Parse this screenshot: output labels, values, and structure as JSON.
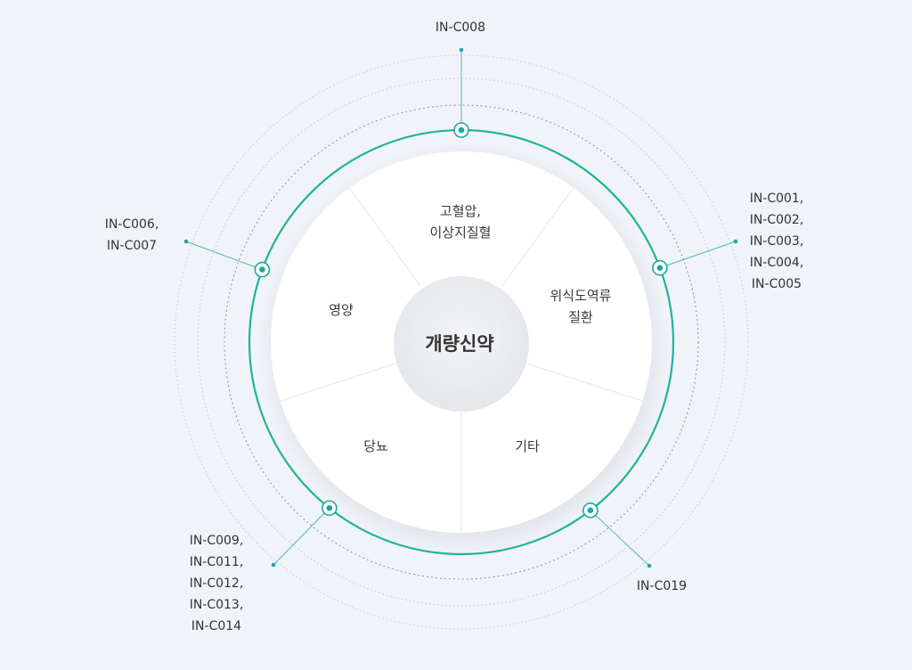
{
  "diagram": {
    "center": "개량신약",
    "segments": [
      {
        "lines": [
          "고혈압,",
          "이상지질혈"
        ]
      },
      {
        "lines": [
          "위식도역류",
          "질환"
        ]
      },
      {
        "lines": [
          "기타"
        ]
      },
      {
        "lines": [
          "당뇨"
        ]
      },
      {
        "lines": [
          "영양"
        ]
      }
    ],
    "markers": [
      {
        "codes": [
          "IN-C008"
        ]
      },
      {
        "codes": [
          "IN-C001,",
          "IN-C002,",
          "IN-C003,",
          "IN-C004,",
          "IN-C005"
        ]
      },
      {
        "codes": [
          "IN-C019"
        ]
      },
      {
        "codes": [
          "IN-C009,",
          "IN-C011,",
          "IN-C012,",
          "IN-C013,",
          "IN-C014"
        ]
      },
      {
        "codes": [
          "IN-C006,",
          "IN-C007"
        ]
      }
    ]
  },
  "colors": {
    "background": "#f0f3f7",
    "ring": "#1fb49a",
    "marker": "#1fa6a4",
    "inner_circle": "#eceef2"
  }
}
